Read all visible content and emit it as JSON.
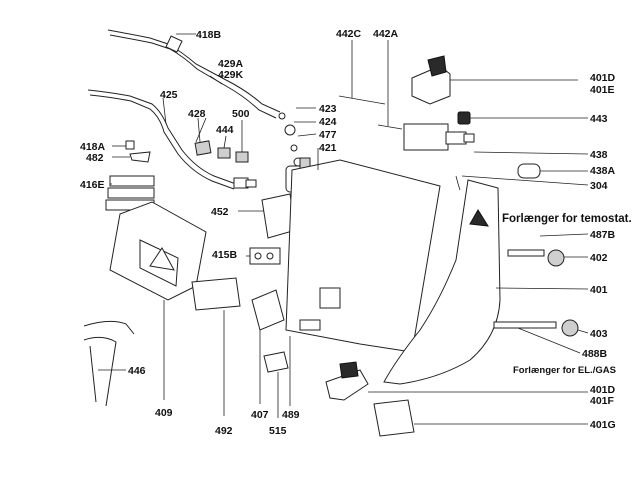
{
  "labels": {
    "p418B": "418B",
    "p429A": "429A",
    "p429K": "429K",
    "p425": "425",
    "p428": "428",
    "p500": "500",
    "p444": "444",
    "p423": "423",
    "p424": "424",
    "p477": "477",
    "p421": "421",
    "p442C": "442C",
    "p442A": "442A",
    "p401D_top": "401D",
    "p401E": "401E",
    "p443": "443",
    "p438": "438",
    "p438A": "438A",
    "p304": "304",
    "p418A": "418A",
    "p482": "482",
    "p416E": "416E",
    "p452": "452",
    "p415B": "415B",
    "p487B": "487B",
    "p402": "402",
    "p401": "401",
    "p403": "403",
    "p488B": "488B",
    "p401D_bot": "401D",
    "p401F": "401F",
    "p401G": "401G",
    "p446": "446",
    "p409": "409",
    "p492": "492",
    "p407": "407",
    "p515": "515",
    "p489": "489"
  },
  "notes": {
    "thermostat_extension": "Forlænger for temostat.",
    "el_gas_extension": "Forlænger for EL./GAS"
  }
}
